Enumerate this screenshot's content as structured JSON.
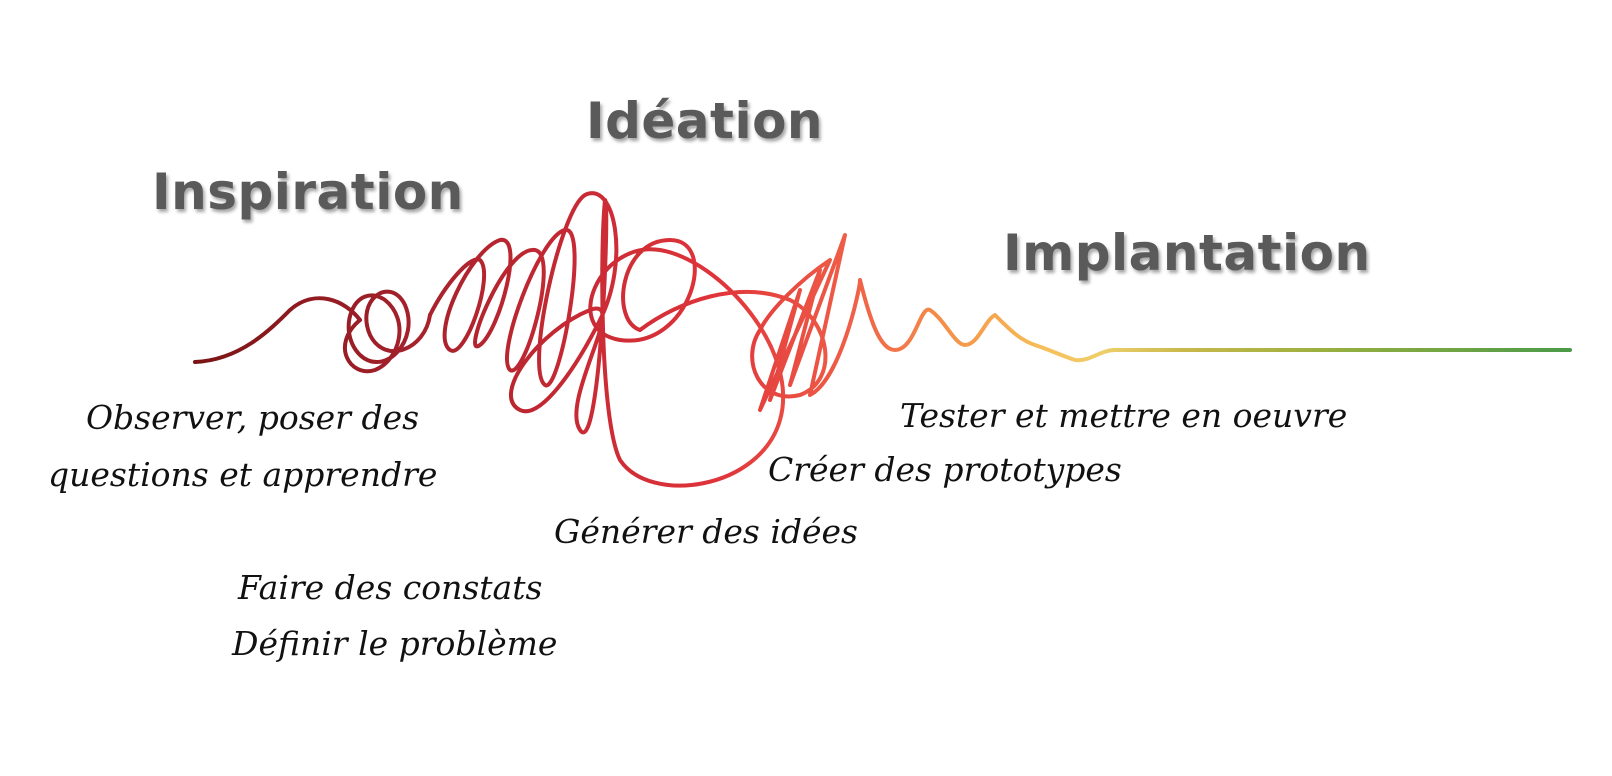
{
  "phases": {
    "inspiration": "Inspiration",
    "ideation": "Idéation",
    "implantation": "Implantation"
  },
  "steps": {
    "observe_line1": "Observer, poser des",
    "observe_line2": "questions et apprendre",
    "constats": "Faire des constats",
    "probleme": "Définir le problème",
    "idees": "Générer des idées",
    "prototypes": "Créer des prototypes",
    "tester": "Tester et mettre en oeuvre"
  },
  "colors": {
    "start": "#8b1a1a",
    "mid_red": "#d9343a",
    "orange": "#f49a4a",
    "yellow": "#e8c04a",
    "end_green": "#5aa04a",
    "phase_text": "#5a5a5a"
  }
}
